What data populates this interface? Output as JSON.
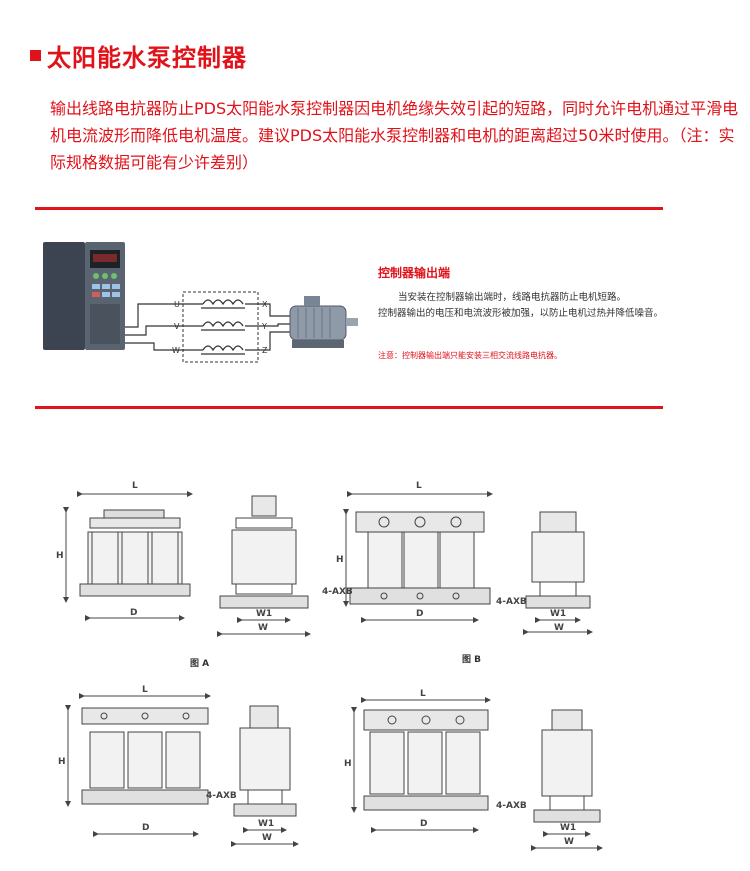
{
  "page": {
    "title": "太阳能水泵控制器",
    "intro": "输出线路电抗器防止PDS太阳能水泵控制器因电机绝缘失效引起的短路，同时允许电机通过平滑电机电流波形而降低电机温度。建议PDS太阳能水泵控制器和电机的距离超过50米时使用。（注：实际规格数据可能有少许差别）"
  },
  "controller": {
    "heading": "控制器输出端",
    "line1": "当安装在控制器输出端时，线路电抗器防止电机短路。",
    "line2": "控制器输出的电压和电流波形被加强，以防止电机过热并降低噪音。",
    "note": "注意：控制器输出端只能安装三相交流线路电抗器。"
  },
  "wiring": {
    "inputs": [
      "U",
      "V",
      "W"
    ],
    "outputs": [
      "X",
      "Y",
      "Z"
    ]
  },
  "figures": {
    "labels": [
      "图 A",
      "图 B"
    ],
    "dims": {
      "L": "L",
      "H": "H",
      "D": "D",
      "W1": "W1",
      "W": "W",
      "hole": "4-AXB"
    }
  },
  "colors": {
    "accent": "#e0121a",
    "drawing": "#444444",
    "coil": "#f2f2f2"
  }
}
